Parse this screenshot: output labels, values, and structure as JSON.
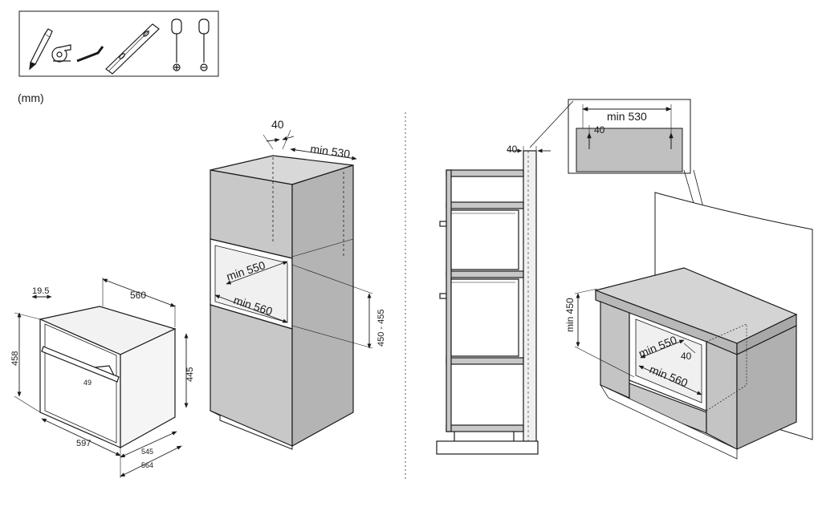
{
  "unit_label": "(mm)",
  "tools": {
    "items": [
      "pencil-icon",
      "tape-measure-icon",
      "allen-key-icon",
      "spirit-level-icon",
      "phillips-screwdriver-icon",
      "flat-screwdriver-icon"
    ]
  },
  "oven_dimensions": {
    "offset_top": "19.5",
    "width_top": "560",
    "height_front": "458",
    "height_side": "445",
    "handle_depth": "49",
    "front_width": "597",
    "depth_body": "545",
    "depth_total": "564"
  },
  "tall_cabinet": {
    "top_clearance": "40",
    "top_depth": "min 530",
    "niche_depth": "min 550",
    "niche_width": "min 560",
    "niche_height": "450 - 455"
  },
  "side_section": {
    "gap": "40"
  },
  "undercounter": {
    "detail_depth": "min 530",
    "detail_left_gap": "40",
    "niche_height": "min 450",
    "niche_depth": "min 550",
    "niche_width": "min 560",
    "side_gap": "40"
  },
  "colors": {
    "panel_front": "#c8c8c8",
    "panel_side": "#b4b4b4",
    "panel_top": "#d8d8d8",
    "line": "#1a1a1a"
  }
}
